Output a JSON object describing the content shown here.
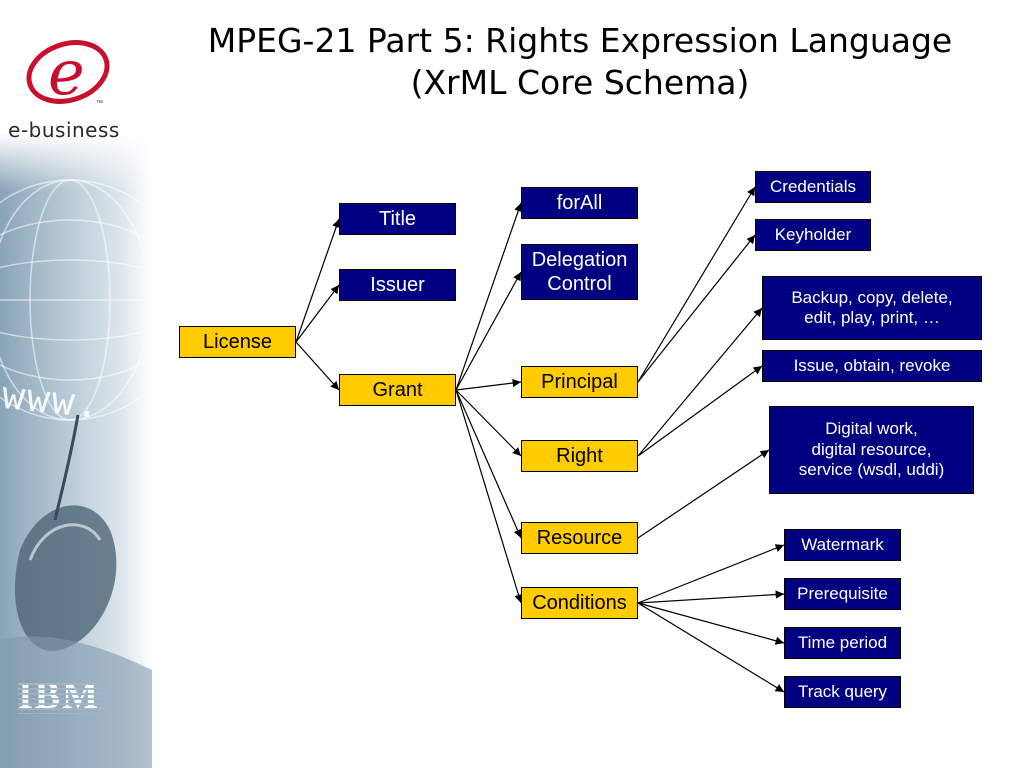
{
  "slide": {
    "title_line1": "MPEG-21 Part 5: Rights Expression Language",
    "title_line2": "(XrML Core Schema)"
  },
  "branding": {
    "logo_letter": "e",
    "trademark": "™",
    "logo_caption": "e-business",
    "www_text": "www.",
    "company": "IBM"
  },
  "colors": {
    "root_and_group_box": "#ffcc00",
    "leaf_box": "#000080",
    "logo_red": "#c8102e"
  },
  "diagram": {
    "nodes": {
      "license": "License",
      "title": "Title",
      "issuer": "Issuer",
      "grant": "Grant",
      "forall": "forAll",
      "delegation": "Delegation\nControl",
      "principal": "Principal",
      "right": "Right",
      "resource": "Resource",
      "conditions": "Conditions",
      "credentials": "Credentials",
      "keyholder": "Keyholder",
      "backup": "Backup, copy, delete,\nedit, play, print, …",
      "issue": "Issue, obtain, revoke",
      "digital": "Digital work,\ndigital resource,\nservice (wsdl, uddi)",
      "watermark": "Watermark",
      "prerequisite": "Prerequisite",
      "timeperiod": "Time period",
      "trackquery": "Track query"
    },
    "edges": [
      [
        "license",
        "title"
      ],
      [
        "license",
        "issuer"
      ],
      [
        "license",
        "grant"
      ],
      [
        "grant",
        "forall"
      ],
      [
        "grant",
        "delegation"
      ],
      [
        "grant",
        "principal"
      ],
      [
        "grant",
        "right"
      ],
      [
        "grant",
        "resource"
      ],
      [
        "grant",
        "conditions"
      ],
      [
        "principal",
        "credentials"
      ],
      [
        "principal",
        "keyholder"
      ],
      [
        "right",
        "backup"
      ],
      [
        "right",
        "issue"
      ],
      [
        "resource",
        "digital"
      ],
      [
        "conditions",
        "watermark"
      ],
      [
        "conditions",
        "prerequisite"
      ],
      [
        "conditions",
        "timeperiod"
      ],
      [
        "conditions",
        "trackquery"
      ]
    ]
  }
}
